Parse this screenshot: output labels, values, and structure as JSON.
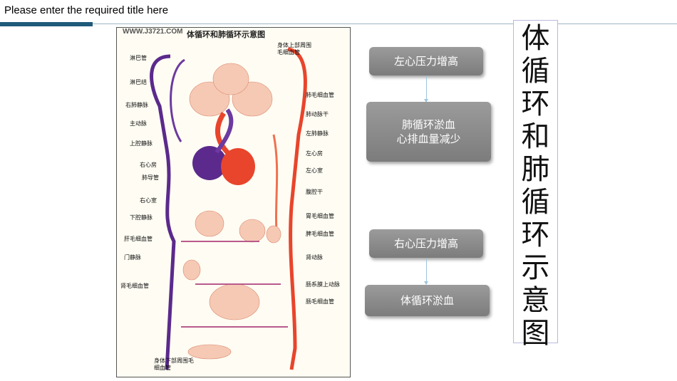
{
  "header": {
    "title": "Please enter the required title here"
  },
  "diagram": {
    "site": "WWW.J3721.COM",
    "caption": "体循环和肺循环示意图",
    "labels": {
      "top_right": "身体上部周围毛细血管",
      "l1": "淋巴管",
      "l2": "淋巴结",
      "l3": "右肺静脉",
      "l4": "主动脉",
      "l5": "上腔静脉",
      "l6": "右心房",
      "l7": "肺导管",
      "l8": "右心室",
      "l9": "下腔静脉",
      "l10": "肝毛细血管",
      "l11": "门静脉",
      "l12": "肾毛细血管",
      "r1": "肺毛细血管",
      "r2": "肺动脉干",
      "r3": "左肺静脉",
      "r4": "左心房",
      "r5": "左心室",
      "r6": "腹腔干",
      "r7": "胃毛细血管",
      "r8": "脾毛细血管",
      "r9": "肾动脉",
      "r10": "肠系膜上动脉",
      "r11": "肠毛细血管",
      "bottom": "身体下部周围毛细血管"
    }
  },
  "flow": {
    "left_pressure": "左心压力增高",
    "pulmonary_congestion": "肺循环淤血",
    "cardiac_output": "心排血量减少",
    "right_pressure": "右心压力增高",
    "systemic_congestion": "体循环淤血"
  },
  "vertical_title": "体循环和肺循环示意图",
  "colors": {
    "accent": "#1f5a7a",
    "box": "#8a8a8a",
    "arrow": "#9ec6dc",
    "artery": "#e8452c",
    "vein": "#5b2a8c"
  }
}
